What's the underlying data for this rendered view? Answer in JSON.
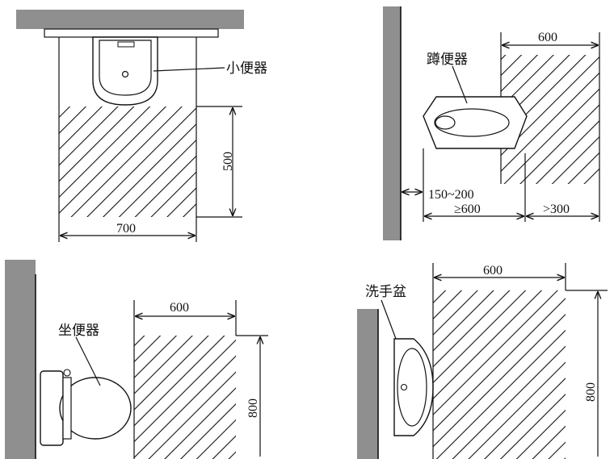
{
  "colors": {
    "wall": "#8f8f8f",
    "ink": "#111111",
    "background": "#ffffff"
  },
  "panels": {
    "urinal": {
      "fixture_label": "小便器",
      "dim_width": "700",
      "dim_depth": "500"
    },
    "squat_toilet": {
      "fixture_label": "蹲便器",
      "dim_zone_width": "600",
      "dim_wall_offset": "150~200",
      "dim_fixture_length": "≥600",
      "dim_clearance": ">300"
    },
    "seated_toilet": {
      "fixture_label": "坐便器",
      "dim_zone_width": "600",
      "dim_zone_depth": "800"
    },
    "washbasin": {
      "fixture_label": "洗手盆",
      "dim_zone_width": "600",
      "dim_zone_depth": "800"
    }
  }
}
